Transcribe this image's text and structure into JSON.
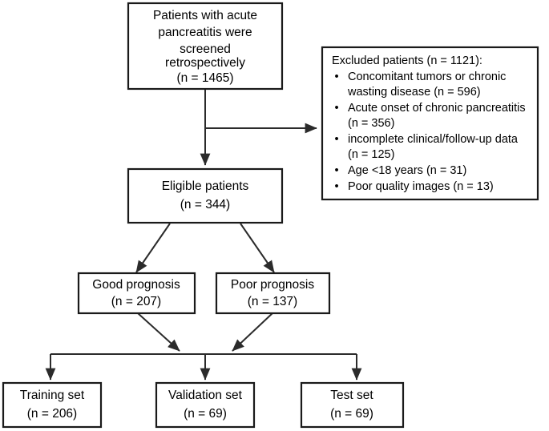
{
  "diagram": {
    "type": "flowchart",
    "title": "Patient selection and dataset split flowchart",
    "colors": {
      "background": "#ffffff",
      "box_stroke": "#1a1a1a",
      "connector": "#2b2b2b",
      "text": "#000000"
    },
    "nodes": {
      "screened": {
        "id": "screened",
        "lines": [
          "Patients with acute",
          "pancreatitis were",
          "screened",
          "retrospectively",
          "(n = 1465)"
        ],
        "n": 1465
      },
      "excluded": {
        "id": "excluded",
        "heading": "Excluded patients (n = 1121):",
        "n": 1121,
        "bullet_glyph": "•",
        "bullets": [
          {
            "lines": [
              "Concomitant tumors or chronic",
              "wasting disease  (n = 596)"
            ],
            "label": "Concomitant tumors or chronic wasting disease",
            "n": 596
          },
          {
            "lines": [
              "Acute onset of chronic pancreatitis",
              "(n = 356)"
            ],
            "label": "Acute onset of chronic pancreatitis",
            "n": 356
          },
          {
            "lines": [
              "incomplete clinical/follow-up data",
              "(n = 125)"
            ],
            "label": "incomplete clinical/follow-up data",
            "n": 125
          },
          {
            "lines": [
              "Age <18 years (n = 31)"
            ],
            "label": "Age <18 years",
            "n": 31
          },
          {
            "lines": [
              "Poor quality images (n = 13)"
            ],
            "label": "Poor quality images",
            "n": 13
          }
        ]
      },
      "eligible": {
        "id": "eligible",
        "lines": [
          "Eligible patients",
          "(n = 344)"
        ],
        "n": 344
      },
      "good_prognosis": {
        "id": "good-prognosis",
        "lines": [
          "Good prognosis",
          "(n = 207)"
        ],
        "n": 207
      },
      "poor_prognosis": {
        "id": "poor-prognosis",
        "lines": [
          "Poor prognosis",
          "(n = 137)"
        ],
        "n": 137
      },
      "training_set": {
        "id": "training-set",
        "lines": [
          "Training set",
          "(n = 206)"
        ],
        "n": 206
      },
      "validation_set": {
        "id": "validation-set",
        "lines": [
          "Validation set",
          "(n = 69)"
        ],
        "n": 69
      },
      "test_set": {
        "id": "test-set",
        "lines": [
          "Test set",
          "(n = 69)"
        ],
        "n": 69
      }
    }
  }
}
